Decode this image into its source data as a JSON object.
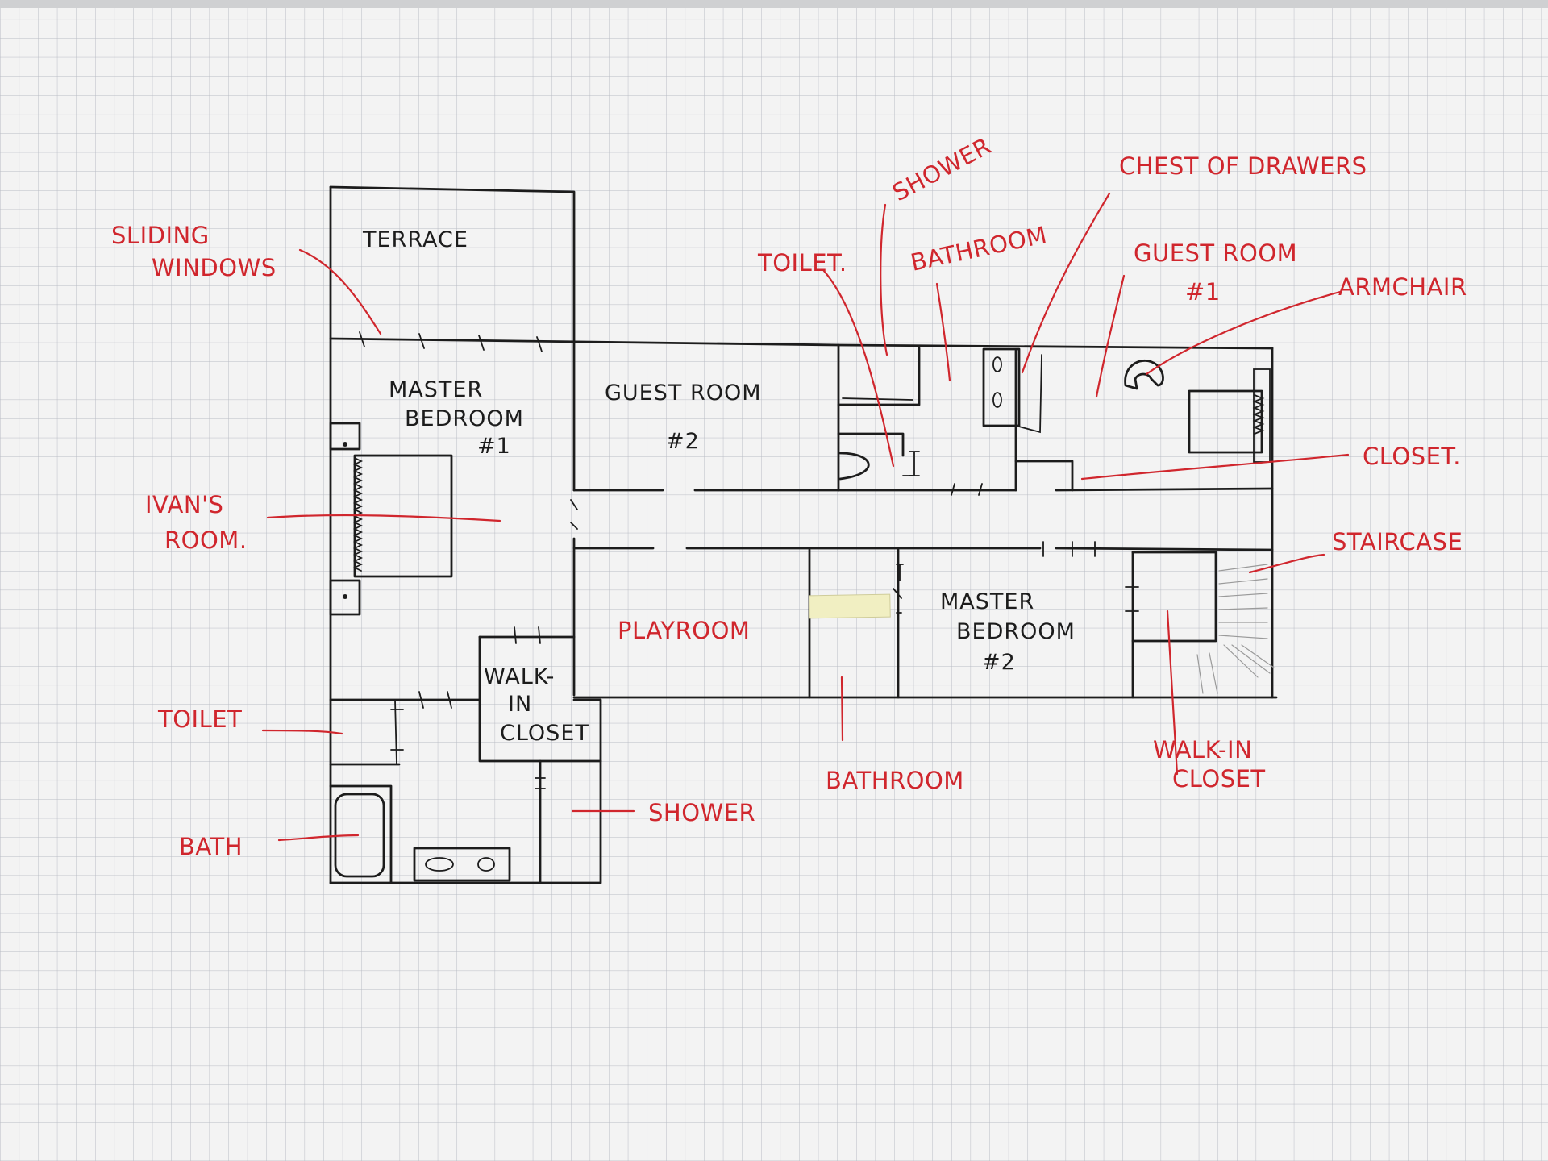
{
  "colors": {
    "paper": "#f3f3f3",
    "grid": "#b9bcc4",
    "ink": "#1c1c1c",
    "annotation": "#d0262d",
    "tape": "#f1efc2"
  },
  "rooms": {
    "terrace": "TERRACE",
    "master_bedroom_1": [
      "MASTER",
      "BEDROOM",
      "#1"
    ],
    "guest_room_2": [
      "GUEST ROOM",
      "#2"
    ],
    "playroom": "PLAYROOM",
    "master_bedroom_2": [
      "MASTER",
      "BEDROOM",
      "#2"
    ],
    "walk_in_closet": [
      "WALK-",
      "IN",
      "CLOSET"
    ],
    "guest_room_1": [
      "GUEST ROOM",
      "#1"
    ]
  },
  "annotations": {
    "sliding_windows": [
      "SLIDING",
      "WINDOWS"
    ],
    "ivans_room": [
      "IVAN'S",
      "ROOM."
    ],
    "toilet_left": "TOILET",
    "bath": "BATH",
    "shower_bottom": "SHOWER",
    "bathroom_bottom": "BATHROOM",
    "walk_in_closet_right": [
      "WALK-IN",
      "CLOSET"
    ],
    "staircase": "STAIRCASE",
    "closet": "CLOSET.",
    "armchair": "ARMCHAIR",
    "chest_of_drawers": "CHEST OF DRAWERS",
    "shower_top": "SHOWER",
    "toilet_top": "TOILET.",
    "bathroom_top": "BATHROOM"
  }
}
